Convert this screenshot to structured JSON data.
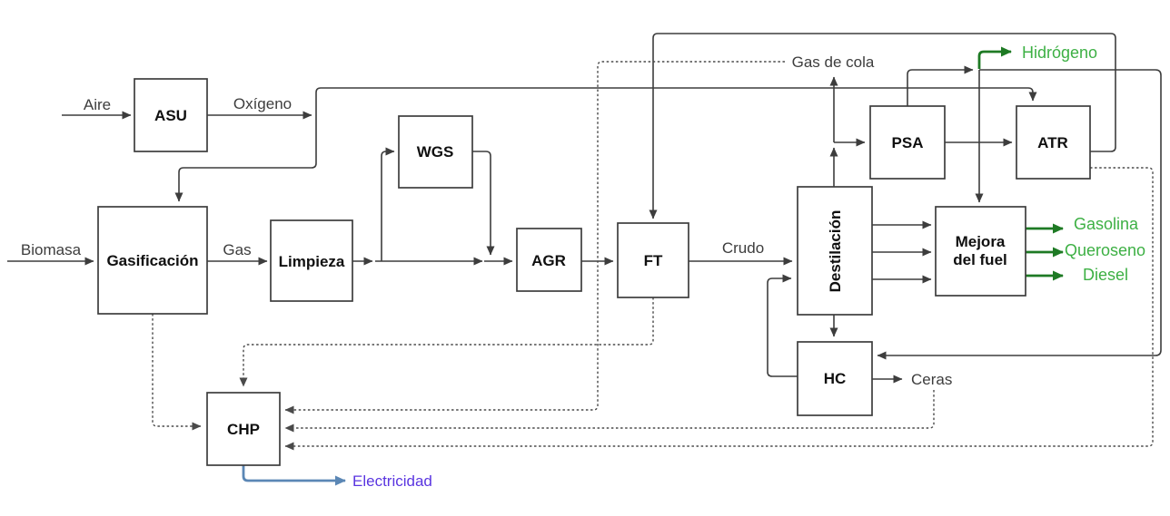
{
  "colors": {
    "line": "#3d3d3d",
    "dashed": "#4a4a4a",
    "green_arrow": "#1e7a24",
    "green_label": "#3db044",
    "blue_line": "#5b87b5",
    "purple_label": "#5a35e0"
  },
  "nodes": {
    "asu": "ASU",
    "gasificacion": "Gasificación",
    "limpieza": "Limpieza",
    "wgs": "WGS",
    "agr": "AGR",
    "ft": "FT",
    "destilacion": "Destilación",
    "psa": "PSA",
    "atr": "ATR",
    "mejora_line1": "Mejora",
    "mejora_line2": "del fuel",
    "hc": "HC",
    "chp": "CHP"
  },
  "streams": {
    "aire": "Aire",
    "oxigeno": "Oxígeno",
    "biomasa": "Biomasa",
    "gas": "Gas",
    "crudo": "Crudo",
    "gas_de_cola": "Gas de cola",
    "hidrogeno": "Hidrógeno",
    "gasolina": "Gasolina",
    "queroseno": "Queroseno",
    "diesel": "Diesel",
    "ceras": "Ceras",
    "electricidad": "Electricidad"
  }
}
